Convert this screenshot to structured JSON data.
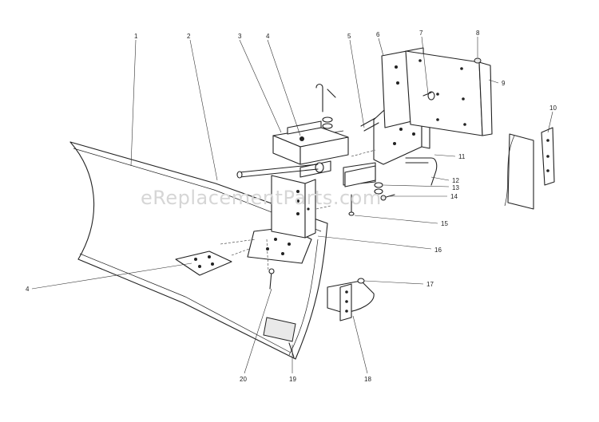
{
  "watermark": "eReplacementParts.com",
  "callouts": [
    {
      "id": "1",
      "label": "1"
    },
    {
      "id": "2",
      "label": "2"
    },
    {
      "id": "3",
      "label": "3"
    },
    {
      "id": "4a",
      "label": "4"
    },
    {
      "id": "4b",
      "label": "4"
    },
    {
      "id": "5",
      "label": "5"
    },
    {
      "id": "6",
      "label": "6"
    },
    {
      "id": "7",
      "label": "7"
    },
    {
      "id": "8",
      "label": "8"
    },
    {
      "id": "9",
      "label": "9"
    },
    {
      "id": "10",
      "label": "10"
    },
    {
      "id": "11",
      "label": "11"
    },
    {
      "id": "12",
      "label": "12"
    },
    {
      "id": "13",
      "label": "13"
    },
    {
      "id": "14",
      "label": "14"
    },
    {
      "id": "15",
      "label": "15"
    },
    {
      "id": "16",
      "label": "16"
    },
    {
      "id": "17",
      "label": "17"
    },
    {
      "id": "18",
      "label": "18"
    },
    {
      "id": "19",
      "label": "19"
    },
    {
      "id": "20",
      "label": "20"
    }
  ]
}
